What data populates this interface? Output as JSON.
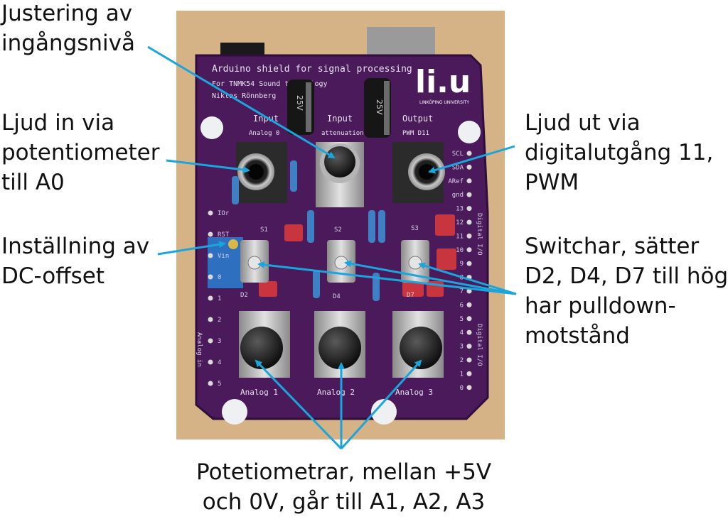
{
  "callouts": {
    "input_level": "Justering av\ningångsnivå",
    "audio_in": "Ljud in via\npotentiometer\ntill A0",
    "dc_offset": "Inställning av\nDC-offset",
    "audio_out": "Ljud ut via\ndigitalutgång 11,\nPWM",
    "switches": "Switchar, sätter\nD2, D4, D7 till hög,\nhar pulldown-\nmotstånd",
    "pots": "Potetiometrar, mellan +5V\noch 0V, går till A1, A2, A3"
  },
  "board": {
    "title": "Arduino shield for signal processing",
    "course": "For TNMK54 Sound technology",
    "author": "Niklas Rönnberg",
    "logo": "li.u",
    "logo_sub": "LINKÖPING UNIVERSITY",
    "cap_label": "25V",
    "input_label": "Input",
    "input_sub": "Analog 0",
    "atten_label": "Input",
    "atten_sub": "attenuation",
    "output_label": "Output",
    "output_sub": "PWM D11",
    "switch_labels": [
      "S1",
      "S2",
      "S3"
    ],
    "digital_labels": [
      "D2",
      "D4",
      "D7"
    ],
    "pot_labels": [
      "Analog 1",
      "Analog 2",
      "Analog 3"
    ],
    "right_header": [
      "SCL",
      "SDA",
      "ARef",
      "gnd",
      "13",
      "12",
      "11",
      "10",
      "9",
      "8",
      "7",
      "6",
      "5",
      "4",
      "3",
      "2",
      "1",
      "0"
    ],
    "digital_io": "Digital I/O",
    "left_header": [
      "IOr",
      "RST",
      "Vin",
      "0",
      "1",
      "2",
      "3",
      "4",
      "5"
    ],
    "analog_in": "Analog in"
  },
  "colors": {
    "pcb": "#4b1a5c",
    "wood": "#d7b48a",
    "arrow": "#1aa6dc"
  }
}
